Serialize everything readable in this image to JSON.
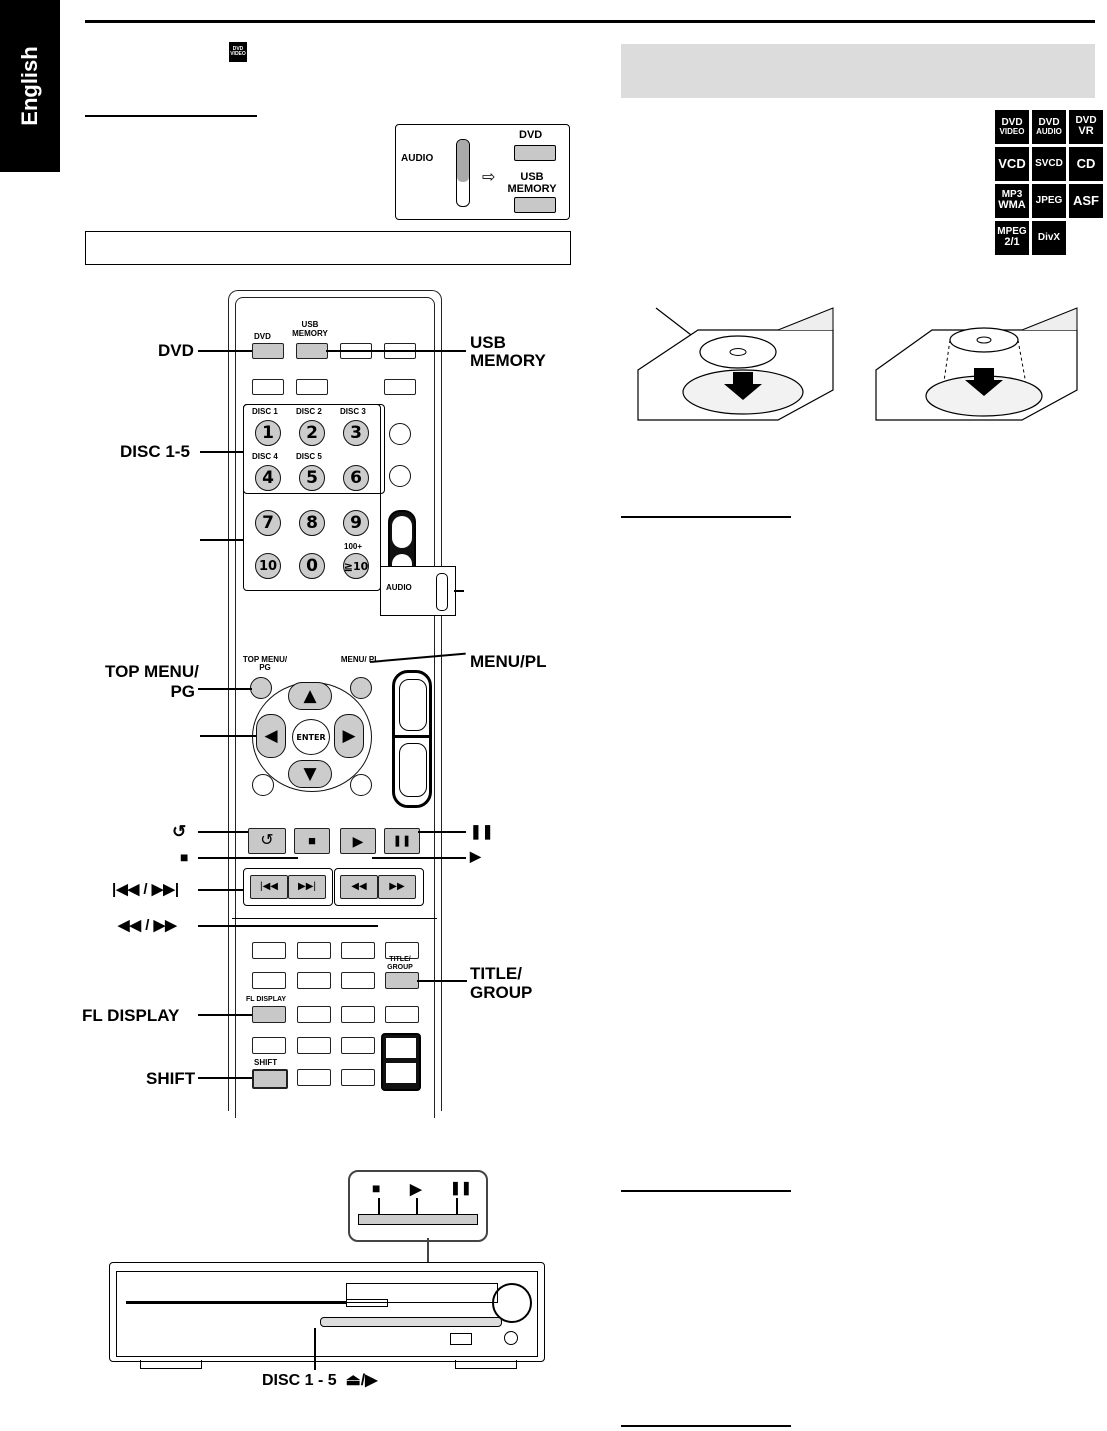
{
  "sidebar": {
    "language": "English"
  },
  "left_header": {
    "icon_label": "DVD VIDEO"
  },
  "audio_switch": {
    "audio_label": "AUDIO",
    "dvd_label": "DVD",
    "usb_label": "USB MEMORY"
  },
  "remote_labels": {
    "dvd": "DVD",
    "usb_line1": "USB",
    "usb_line2": "MEMORY",
    "disc15": "DISC 1-5",
    "top_menu_line1": "TOP MENU/",
    "top_menu_line2": "PG",
    "menu_pl": "MENU/PL",
    "pause": "❚❚",
    "return": "↺",
    "stop": "■",
    "play": "▶",
    "skip": "|◀◀ / ▶▶|",
    "search": "◀◀ / ▶▶",
    "title_line1": "TITLE/",
    "title_line2": "GROUP",
    "fl_display": "FL DISPLAY",
    "shift": "SHIFT"
  },
  "remote_buttons": {
    "dvd": "DVD",
    "usb": "USB MEMORY",
    "disc": [
      "DISC 1",
      "DISC 2",
      "DISC 3",
      "DISC 4",
      "DISC 5"
    ],
    "numbers": [
      "1",
      "2",
      "3",
      "4",
      "5",
      "6",
      "7",
      "8",
      "9",
      "10",
      "0",
      "≧10"
    ],
    "plus100": "100+",
    "audio": "AUDIO",
    "top_menu": "TOP MENU/ PG",
    "menu_pl": "MENU/ PL",
    "enter": "ENTER",
    "title_group": "TITLE/ GROUP",
    "fl_display": "FL DISPLAY",
    "shift": "SHIFT"
  },
  "unit": {
    "stop": "■",
    "play": "▶",
    "pause": "❚❚",
    "disc_label": "DISC 1 - 5",
    "eject_play": "⏏/▶"
  },
  "disc_badges": [
    [
      "DVD",
      "VIDEO"
    ],
    [
      "DVD",
      "AUDIO"
    ],
    [
      "DVD",
      "VR"
    ],
    [
      "VCD",
      ""
    ],
    [
      "SVCD",
      ""
    ],
    [
      "CD",
      ""
    ],
    [
      "MP3",
      "WMA"
    ],
    [
      "JPEG",
      ""
    ],
    [
      "ASF",
      ""
    ],
    [
      "MPEG",
      "2/1"
    ],
    [
      "DivX",
      ""
    ]
  ]
}
